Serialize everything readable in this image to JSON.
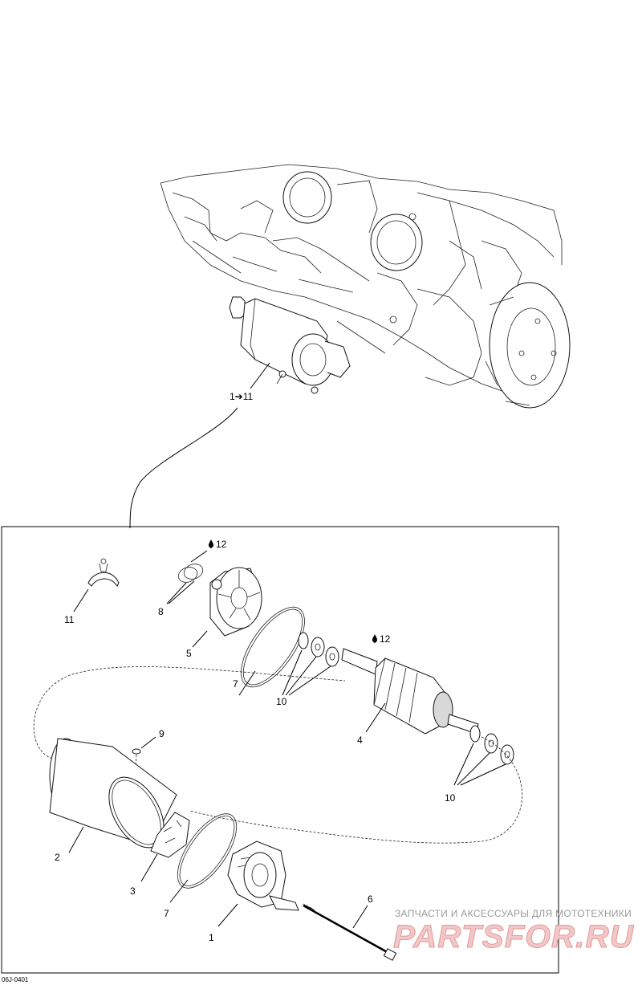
{
  "callouts": {
    "assembly": "1➔11",
    "p1": "1",
    "p2": "2",
    "p3": "3",
    "p4": "4",
    "p5": "5",
    "p6": "6",
    "p7a": "7",
    "p7b": "7",
    "p8": "8",
    "p9": "9",
    "p10a": "10",
    "p10b": "10",
    "p11": "11",
    "lube_a": "12",
    "lube_b": "12"
  },
  "watermark": {
    "tagline": "ЗАПЧАСТИ И АКСЕССУАРЫ ДЛЯ МОТОТЕХНИКИ",
    "brand": "PARTSFOR.RU"
  },
  "diagram_code": "06J-0401"
}
